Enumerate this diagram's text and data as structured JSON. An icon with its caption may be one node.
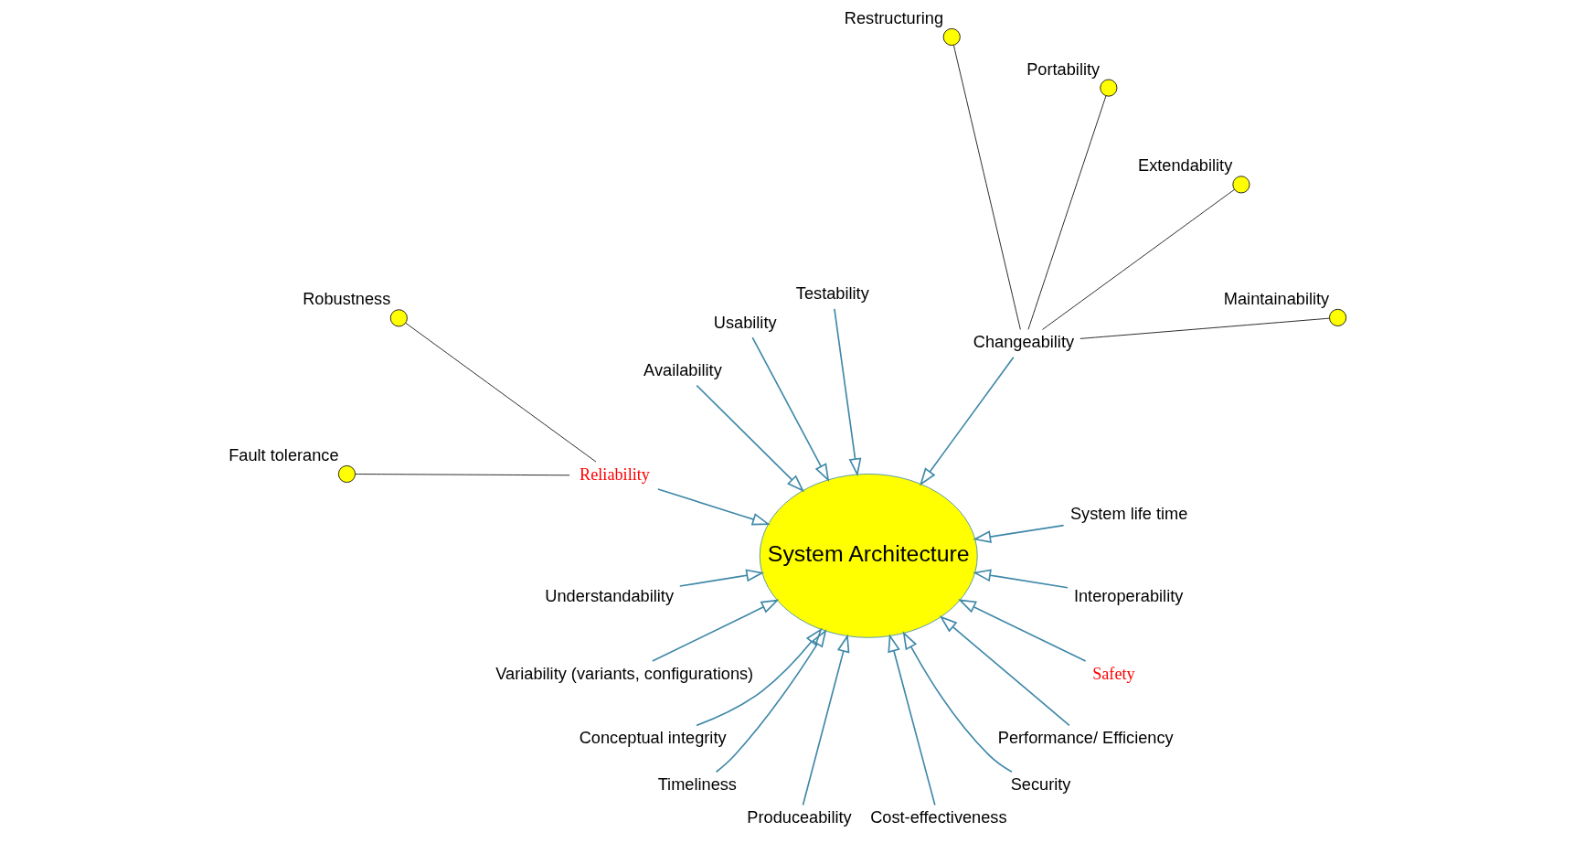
{
  "diagram": {
    "nodes": [
      {
        "text": [
          "System Architecture"
        ]
      },
      {
        "text": [
          "System life time"
        ]
      },
      {
        "text": [
          "Changeability"
        ]
      },
      {
        "text": [
          "Testability"
        ]
      },
      {
        "text": [
          "Usability"
        ]
      },
      {
        "text": [
          "Availability"
        ]
      },
      {
        "text": [
          "Reliability"
        ]
      },
      {
        "text": [
          "Understandability"
        ]
      },
      {
        "text": [
          "Variability (variants, configurations)"
        ]
      },
      {
        "text": [
          "Conceptual integrity"
        ]
      },
      {
        "text": [
          "Timeliness"
        ]
      },
      {
        "text": [
          "Produceability"
        ]
      },
      {
        "text": [
          "Cost-effectiveness"
        ]
      },
      {
        "text": [
          "Security"
        ]
      },
      {
        "text": [
          "Performance/ Efficiency"
        ]
      },
      {
        "text": [
          "Safety"
        ]
      },
      {
        "text": [
          "Interoperability"
        ]
      },
      {
        "text": [],
        "shape": "circle",
        "beside": [
          "Maintainability"
        ]
      },
      {
        "text": [],
        "shape": "circle",
        "beside": [
          "Extendability"
        ]
      },
      {
        "text": [],
        "shape": "circle",
        "beside": [
          "Portability"
        ]
      },
      {
        "text": [],
        "shape": "circle",
        "beside": [
          "Restructuring"
        ]
      },
      {
        "text": [],
        "shape": "circle",
        "beside": [
          "Robustness"
        ]
      },
      {
        "text": [],
        "shape": "circle",
        "beside": [
          "Fault tolerance"
        ]
      }
    ],
    "edges": [
      {
        "from": 1,
        "to": 0,
        "arrow": "to"
      },
      {
        "from": 2,
        "to": 0,
        "arrow": "to"
      },
      {
        "from": 3,
        "to": 0,
        "arrow": "to"
      },
      {
        "from": 4,
        "to": 0,
        "arrow": "to"
      },
      {
        "from": 5,
        "to": 0,
        "arrow": "to"
      },
      {
        "from": 6,
        "to": 0,
        "arrow": "to"
      },
      {
        "from": 7,
        "to": 0,
        "arrow": "to"
      },
      {
        "from": 8,
        "to": 0,
        "arrow": "to"
      },
      {
        "from": 9,
        "to": 0,
        "arrow": "to"
      },
      {
        "from": 10,
        "to": 0,
        "arrow": "to"
      },
      {
        "from": 11,
        "to": 0,
        "arrow": "to"
      },
      {
        "from": 12,
        "to": 0,
        "arrow": "to"
      },
      {
        "from": 13,
        "to": 0,
        "arrow": "to"
      },
      {
        "from": 14,
        "to": 0,
        "arrow": "to"
      },
      {
        "from": 15,
        "to": 0,
        "arrow": "to"
      },
      {
        "from": 16,
        "to": 0,
        "arrow": "to"
      },
      {
        "from": 2,
        "to": 17,
        "arrow": "none",
        "color": "#000000"
      },
      {
        "from": 2,
        "to": 18,
        "arrow": "none",
        "color": "#000000"
      },
      {
        "from": 2,
        "to": 19,
        "arrow": "none",
        "color": "#000000"
      },
      {
        "from": 2,
        "to": 20,
        "arrow": "none",
        "color": "#000000"
      },
      {
        "from": 6,
        "to": 21,
        "arrow": "none",
        "color": "#000000"
      },
      {
        "from": 6,
        "to": 22,
        "arrow": "none",
        "color": "#000000"
      }
    ]
  }
}
